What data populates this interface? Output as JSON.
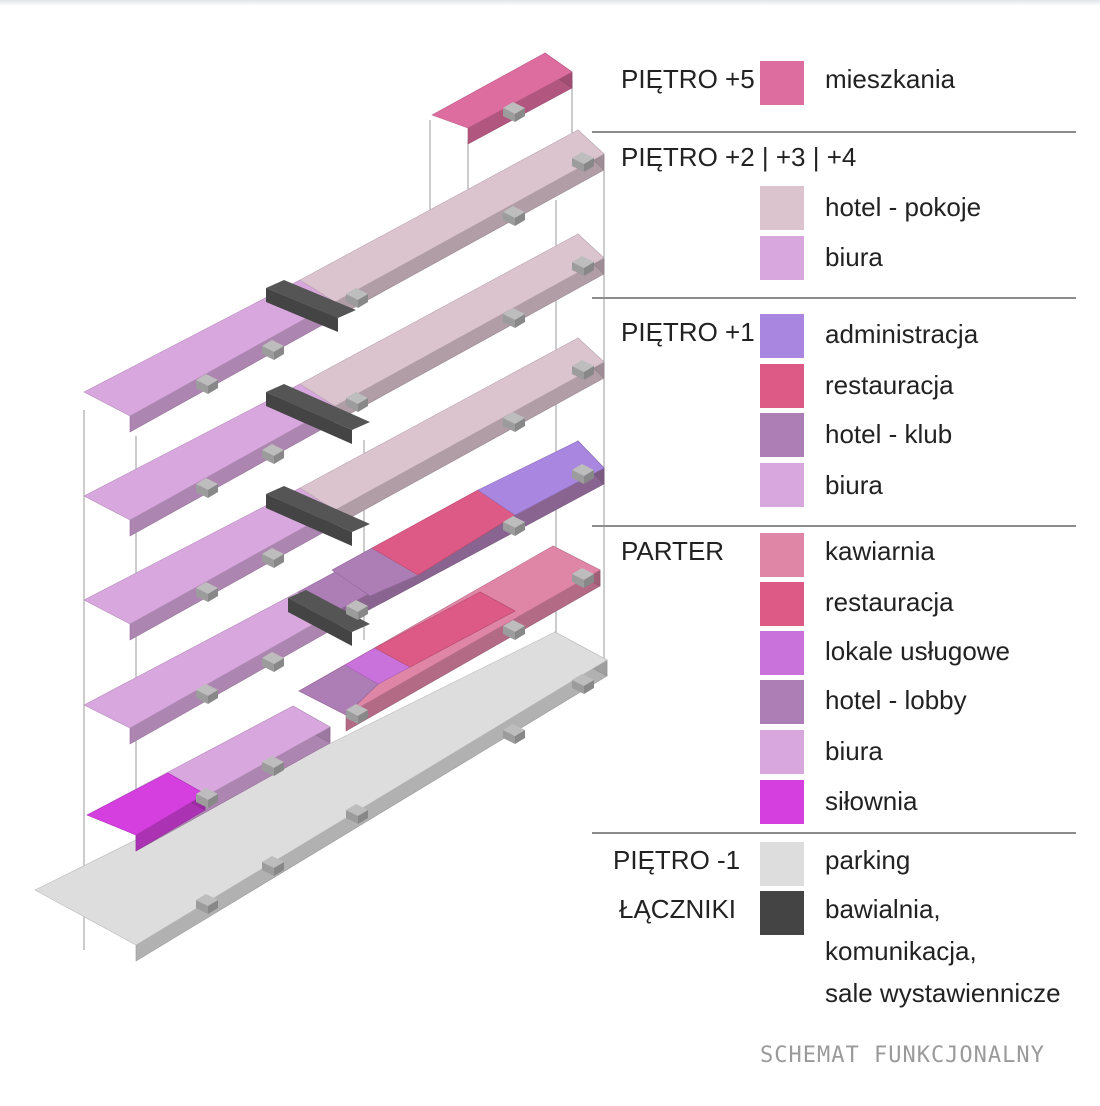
{
  "legend": {
    "groups": [
      {
        "floor": "PIĘTRO +5",
        "items": [
          {
            "label": "mieszkania",
            "color": "#dd6d9f"
          }
        ]
      },
      {
        "floor": "PIĘTRO +2 | +3 | +4",
        "items": [
          {
            "label": "hotel - pokoje",
            "color": "#dcc4cf"
          },
          {
            "label": "biura",
            "color": "#d7a7dd"
          }
        ]
      },
      {
        "floor": "PIĘTRO +1",
        "items": [
          {
            "label": "administracja",
            "color": "#a986df"
          },
          {
            "label": "restauracja",
            "color": "#dc5a85"
          },
          {
            "label": "hotel - klub",
            "color": "#ad7db5"
          },
          {
            "label": "biura",
            "color": "#d7a7dd"
          }
        ]
      },
      {
        "floor": "PARTER",
        "items": [
          {
            "label": "kawiarnia",
            "color": "#df85a6"
          },
          {
            "label": "restauracja",
            "color": "#dc5a85"
          },
          {
            "label": "lokale usługowe",
            "color": "#ca72dc"
          },
          {
            "label": "hotel - lobby",
            "color": "#ad7db5"
          },
          {
            "label": "biura",
            "color": "#d7a7dd"
          },
          {
            "label": "siłownia",
            "color": "#d53fe0"
          }
        ]
      },
      {
        "floor": "PIĘTRO -1",
        "items": [
          {
            "label": "parking",
            "color": "#dddddd"
          }
        ]
      },
      {
        "floor": "ŁĄCZNIKI",
        "items": [
          {
            "label": "bawialnia,\nkomunikacja,\nsale wystawiennicze",
            "color": "#444444"
          }
        ]
      }
    ]
  },
  "footer": {
    "caption": "SCHEMAT FUNKCJONALNY"
  },
  "colors": {
    "parking": "#dddddd",
    "connector": "#444444",
    "core": "#a8a8a8",
    "outline": "#8c8c8c"
  }
}
